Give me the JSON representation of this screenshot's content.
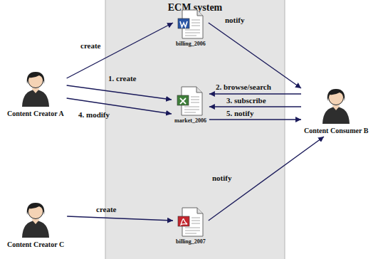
{
  "diagram": {
    "nodes": [
      {
        "text": [
          "ECM system"
        ]
      },
      {
        "text": [
          "billing_2006"
        ],
        "in": 0
      },
      {
        "text": [
          "market_2006"
        ],
        "in": 0
      },
      {
        "text": [
          "billing_2007"
        ],
        "in": 0
      },
      {
        "text": [
          "Content Creator A"
        ]
      },
      {
        "text": [
          "Content Consumer B"
        ]
      },
      {
        "text": [
          "Content Creator C"
        ]
      }
    ],
    "edges": [
      {
        "from": 4,
        "to": 1,
        "label": "create",
        "arrow": "to"
      },
      {
        "from": 4,
        "to": 2,
        "label": "1. create",
        "arrow": "to"
      },
      {
        "from": 5,
        "to": 2,
        "label": "2. browse/search",
        "arrow": "to"
      },
      {
        "from": 5,
        "to": 2,
        "label": "3. subscribe",
        "arrow": "to"
      },
      {
        "from": 4,
        "to": 2,
        "label": "4. modify",
        "arrow": "to"
      },
      {
        "from": 2,
        "to": 5,
        "label": "5. notify",
        "arrow": "to"
      },
      {
        "from": 1,
        "to": 5,
        "label": "notify",
        "arrow": "to"
      },
      {
        "from": 6,
        "to": 3,
        "label": "create",
        "arrow": "to"
      },
      {
        "from": 3,
        "to": 5,
        "label": "notify",
        "arrow": "to"
      }
    ]
  }
}
